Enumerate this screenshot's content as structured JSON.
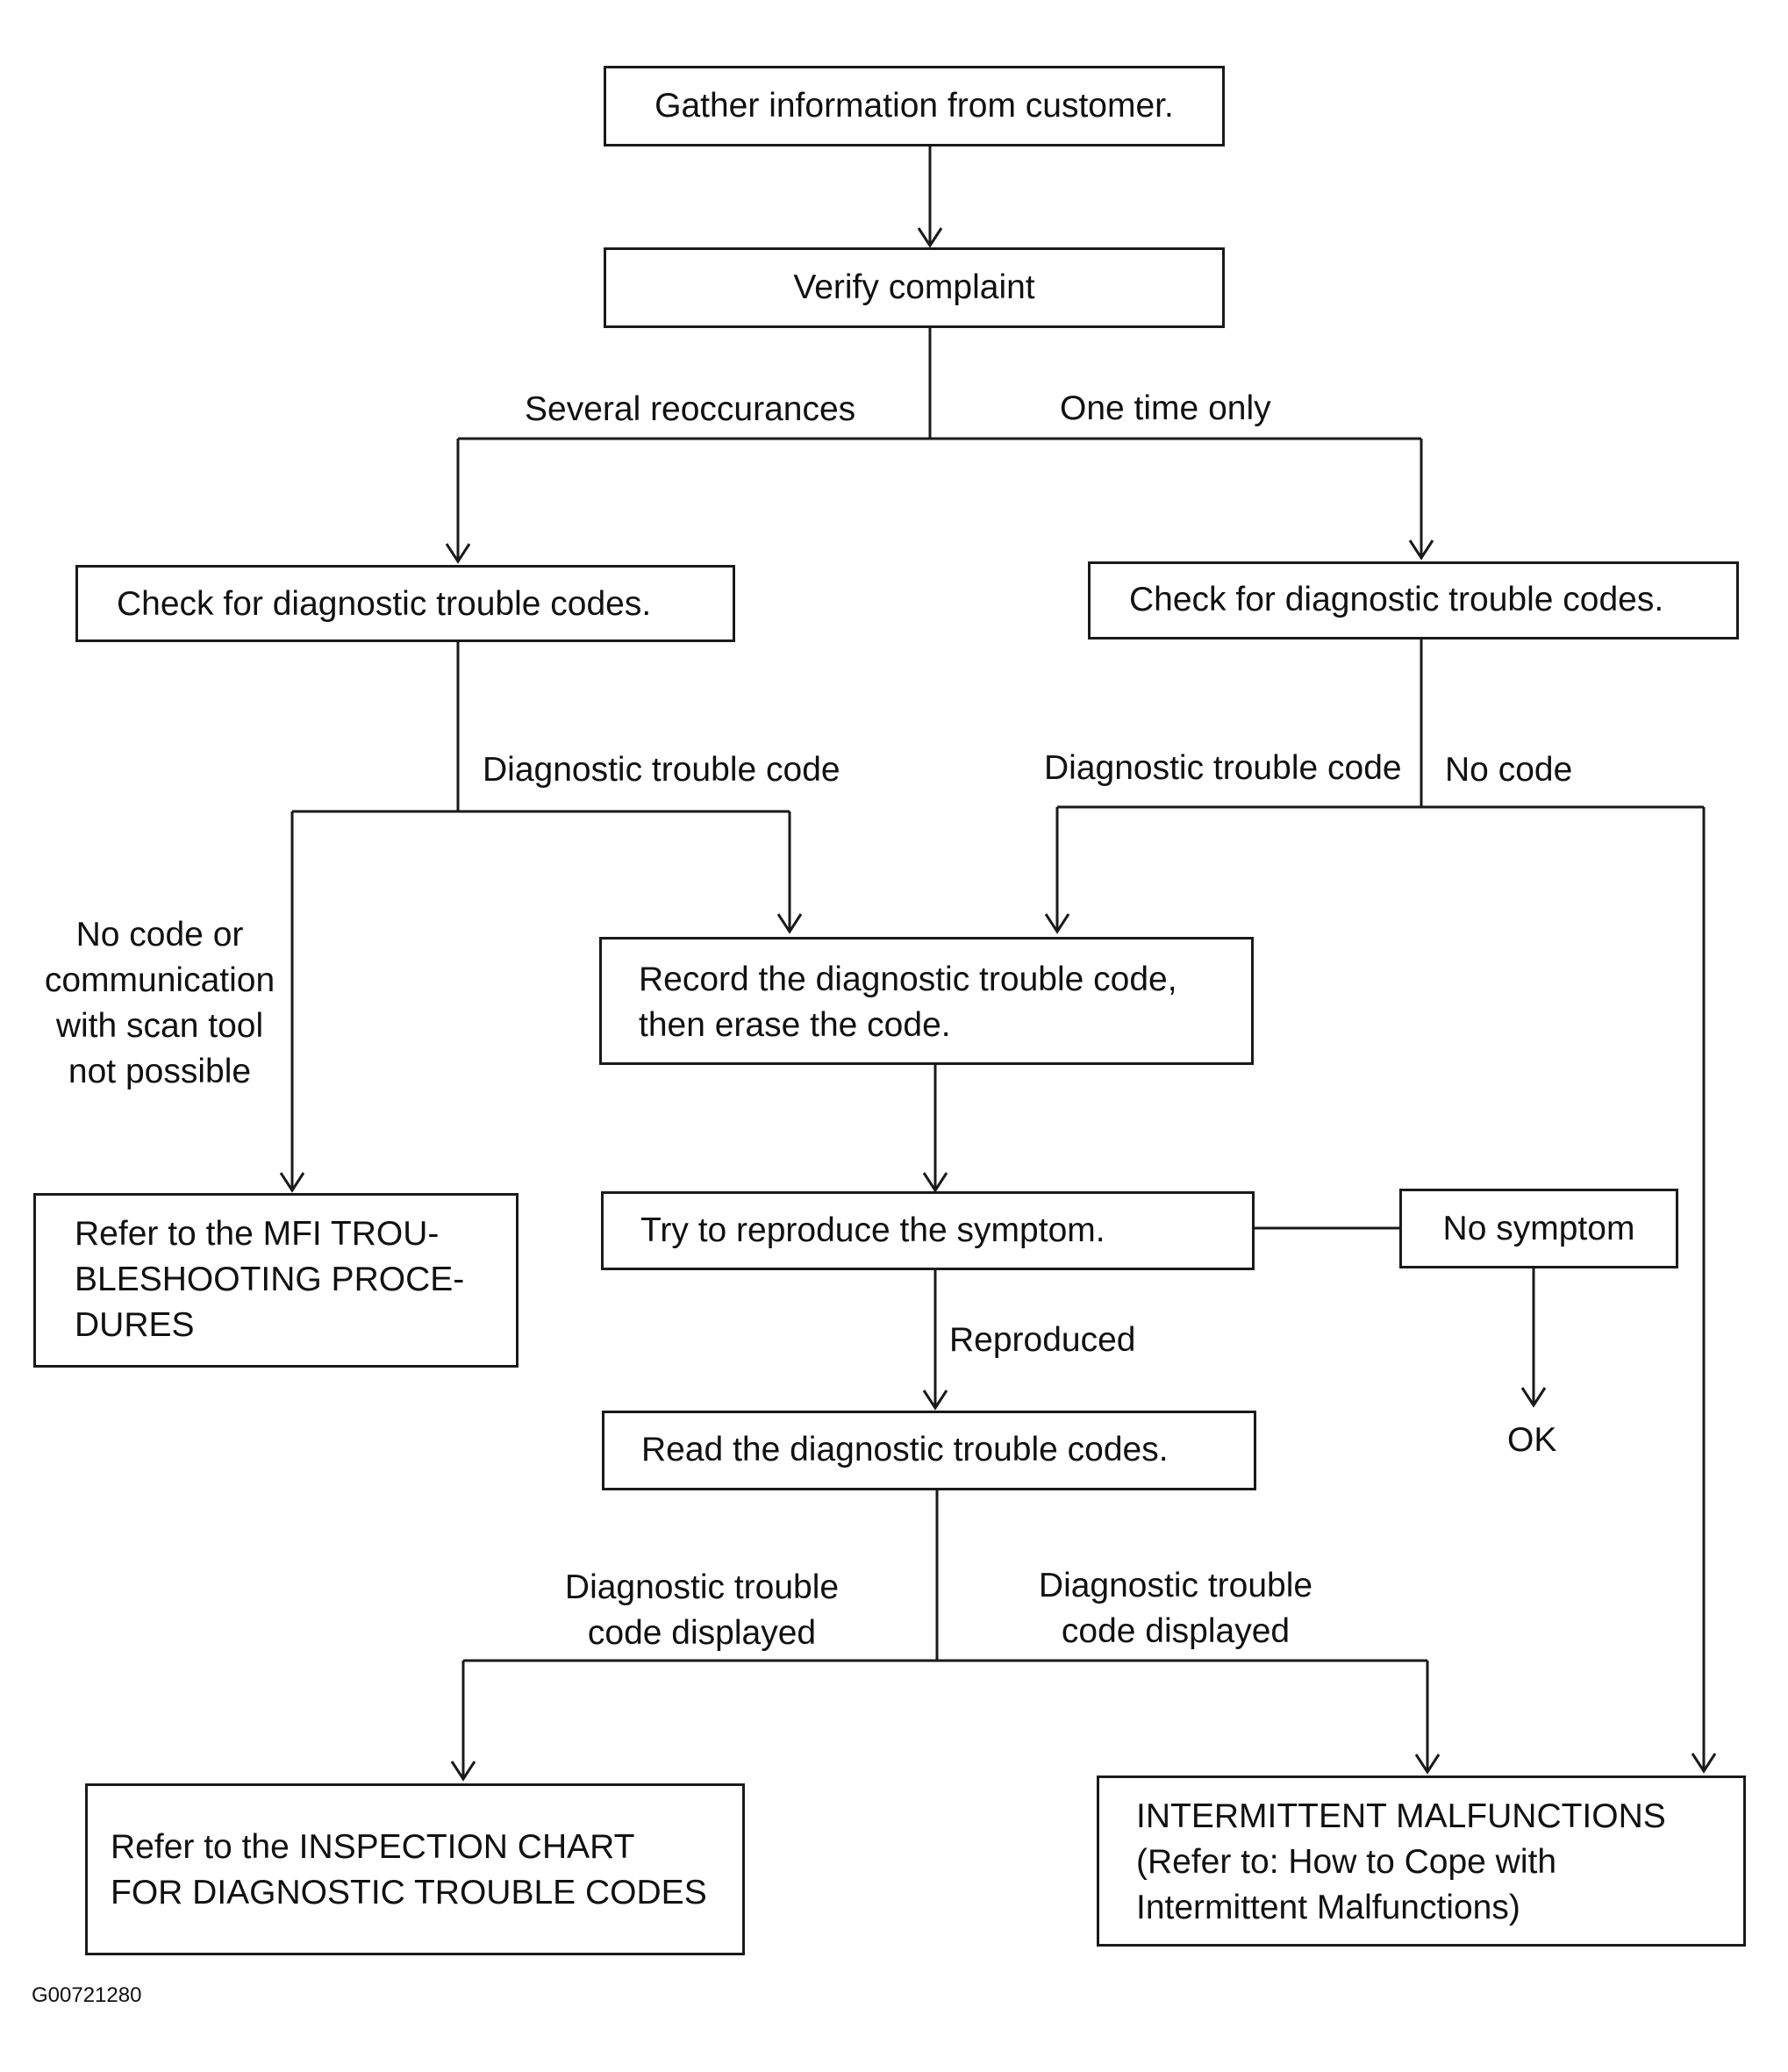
{
  "boxes": {
    "gather": "Gather information from customer.",
    "verify": "Verify complaint",
    "check_left": "Check for diagnostic trouble codes.",
    "check_right": "Check for diagnostic trouble codes.",
    "record": [
      "Record the diagnostic trouble code,",
      "then erase the code."
    ],
    "mfi": [
      "Refer to the MFI TROU-",
      "BLESHOOTING PROCE-",
      "DURES"
    ],
    "reproduce": "Try to reproduce the symptom.",
    "no_symptom": "No symptom",
    "read": "Read the diagnostic trouble codes.",
    "inspection": [
      "Refer to the INSPECTION CHART",
      "FOR DIAGNOSTIC TROUBLE CODES"
    ],
    "intermittent": [
      "INTERMITTENT MALFUNCTIONS",
      "(Refer to:  How to Cope with",
      "Intermittent Malfunctions)"
    ]
  },
  "labels": {
    "several": "Several reoccurances",
    "one_time": "One time only",
    "dtc_left": "Diagnostic trouble code",
    "dtc_right": "Diagnostic trouble code",
    "no_code": "No code",
    "no_code_comm": [
      "No code or",
      "communication",
      "with scan tool",
      "not possible"
    ],
    "reproduced": "Reproduced",
    "ok": "OK",
    "displayed_left": [
      "Diagnostic trouble",
      "code displayed"
    ],
    "displayed_right": [
      "Diagnostic trouble",
      "code displayed"
    ]
  },
  "figure_code": "G00721280"
}
